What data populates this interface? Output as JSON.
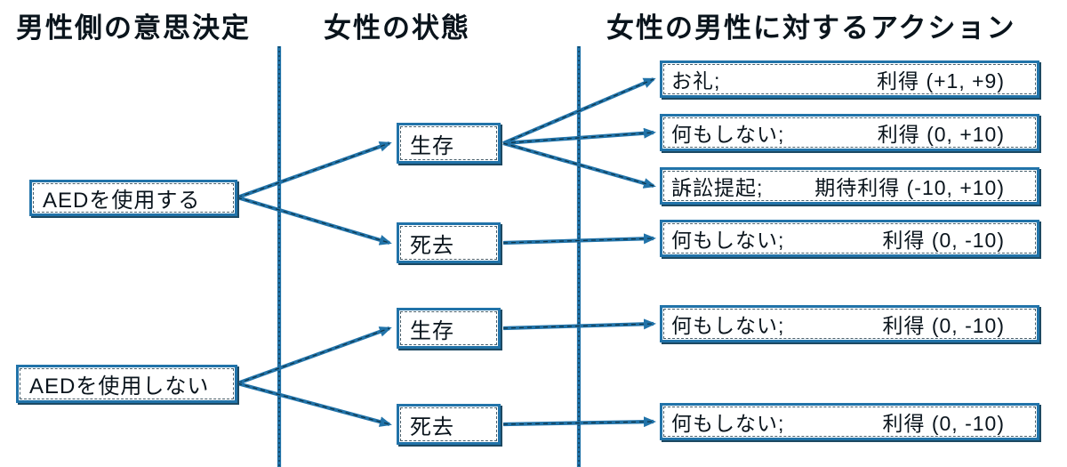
{
  "diagram": {
    "headers": {
      "decision_column": "男性側の意思決定",
      "state_column": "女性の状態",
      "action_column": "女性の男性に対するアクション"
    },
    "decisions": [
      {
        "id": "d1",
        "label": "AEDを使用する"
      },
      {
        "id": "d2",
        "label": "AEDを使用しない"
      }
    ],
    "states": [
      {
        "id": "s1",
        "label": "生存"
      },
      {
        "id": "s2",
        "label": "死去"
      },
      {
        "id": "s3",
        "label": "生存"
      },
      {
        "id": "s4",
        "label": "死去"
      }
    ],
    "outcomes": [
      {
        "id": "o1",
        "action": "お礼;",
        "payoff": "利得 (+1, +9)"
      },
      {
        "id": "o2",
        "action": "何もしない;",
        "payoff": "利得 (0, +10)"
      },
      {
        "id": "o3",
        "action": "訴訟提起;",
        "payoff": "期待利得 (-10, +10)"
      },
      {
        "id": "o4",
        "action": "何もしない;",
        "payoff": "利得 (0, -10)"
      },
      {
        "id": "o5",
        "action": "何もしない;",
        "payoff": "利得 (0, -10)"
      },
      {
        "id": "o6",
        "action": "何もしない;",
        "payoff": "利得 (0, -10)"
      }
    ],
    "edges": [
      [
        "d1",
        "s1"
      ],
      [
        "d1",
        "s2"
      ],
      [
        "d2",
        "s3"
      ],
      [
        "d2",
        "s4"
      ],
      [
        "s1",
        "o1"
      ],
      [
        "s1",
        "o2"
      ],
      [
        "s1",
        "o3"
      ],
      [
        "s2",
        "o4"
      ],
      [
        "s3",
        "o5"
      ],
      [
        "s4",
        "o6"
      ]
    ],
    "colors": {
      "accent_blue": "#2173a9",
      "dark_dash": "#0f3243",
      "text": "#0a141c",
      "background": "#ffffff"
    }
  }
}
